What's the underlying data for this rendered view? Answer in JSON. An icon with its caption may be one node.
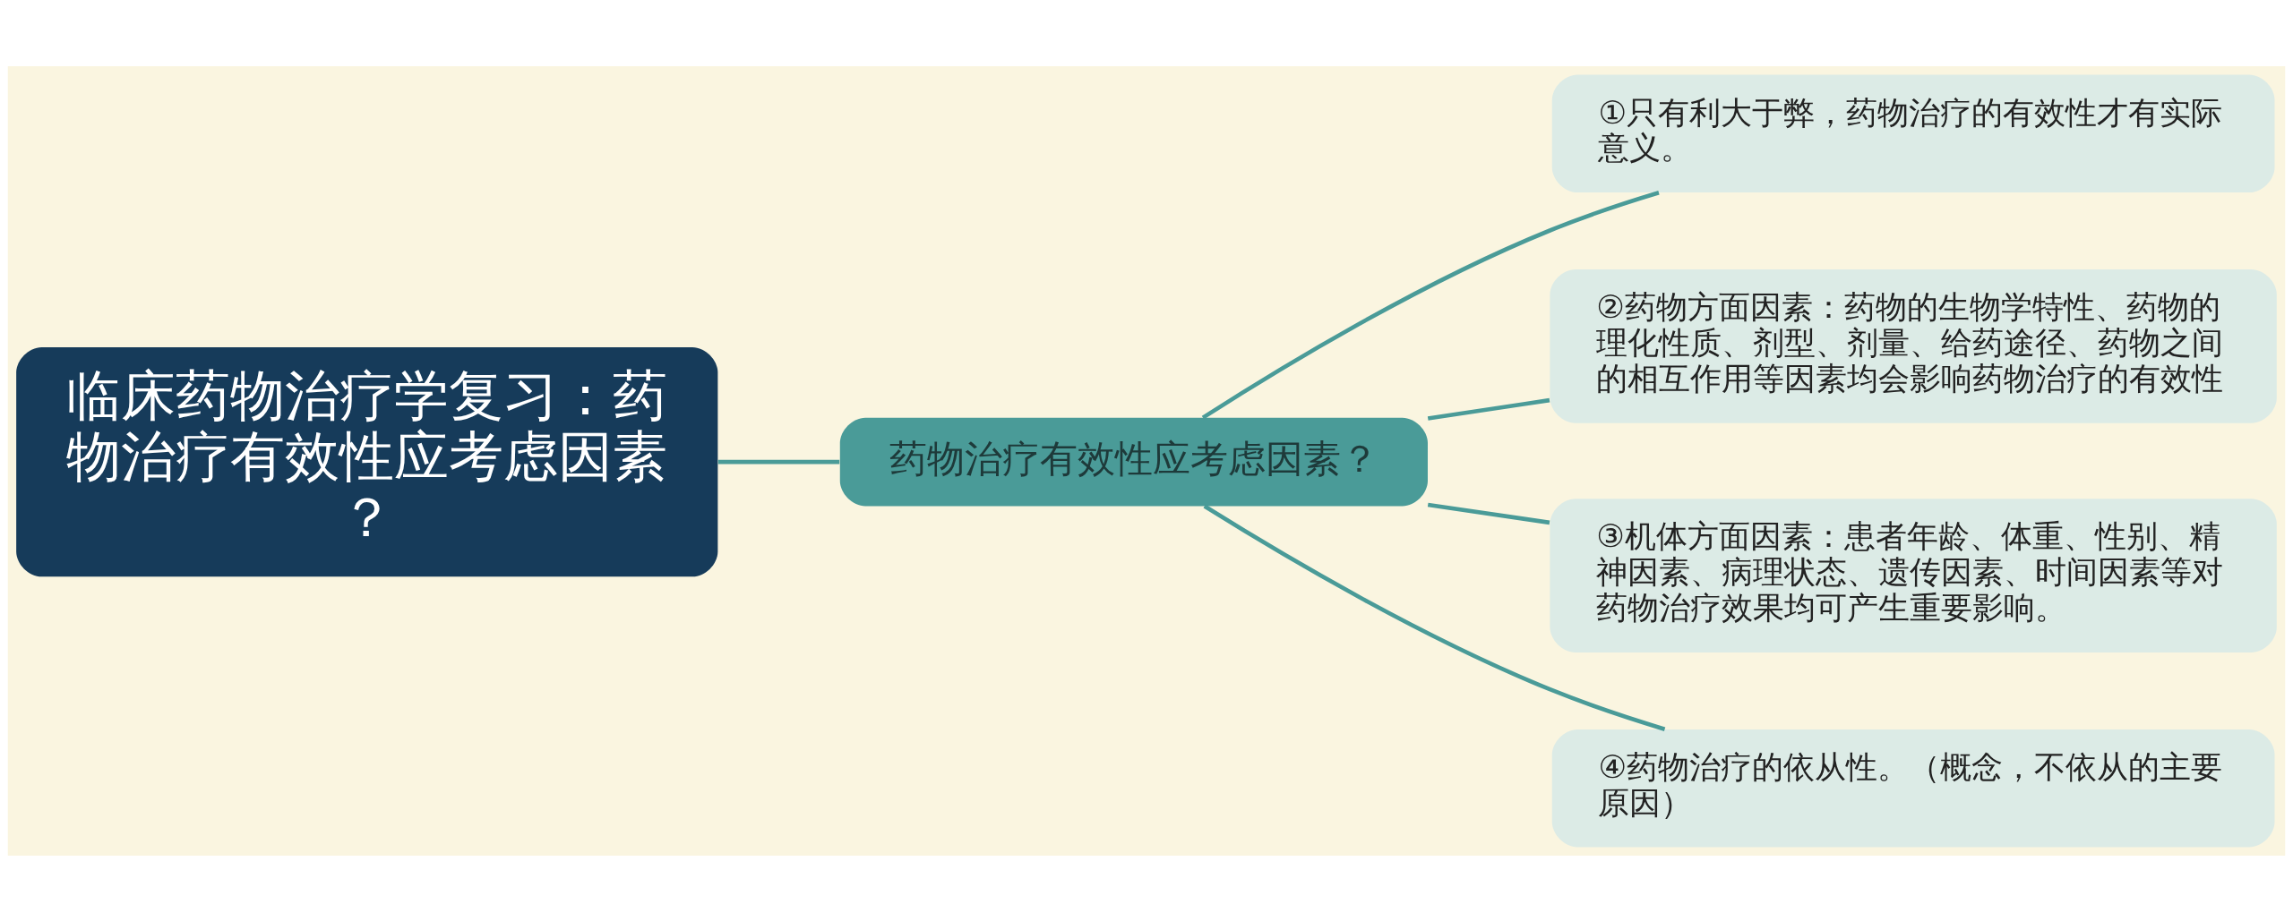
{
  "diagram": {
    "nodes": [
      {
        "text": [
          "临床药物治疗学复习：药物治疗有效性应考虑因素？"
        ]
      },
      {
        "text": [
          "药物治疗有效性应考虑因素？"
        ]
      },
      {
        "text": [
          "①只有利大于弊，药物治疗的有效性才有实际意义。"
        ]
      },
      {
        "text": [
          "②药物方面因素：药物的生物学特性、药物的理化性质、剂型、剂量、给药途径、药物之间的相互作用等因素均会影响药物治疗的有效性"
        ]
      },
      {
        "text": [
          "③机体方面因素：患者年龄、体重、性别、精神因素、病理状态、遗传因素、时间因素等对药物治疗效果均可产生重要影响。"
        ]
      },
      {
        "text": [
          "④药物治疗的依从性。（概念，不依从的主要原因）"
        ]
      }
    ],
    "edges": [
      {
        "from": 0,
        "to": 1,
        "arrow": "none"
      },
      {
        "from": 1,
        "to": 2,
        "arrow": "none"
      },
      {
        "from": 1,
        "to": 3,
        "arrow": "none"
      },
      {
        "from": 1,
        "to": 4,
        "arrow": "none"
      },
      {
        "from": 1,
        "to": 5,
        "arrow": "none"
      }
    ]
  }
}
